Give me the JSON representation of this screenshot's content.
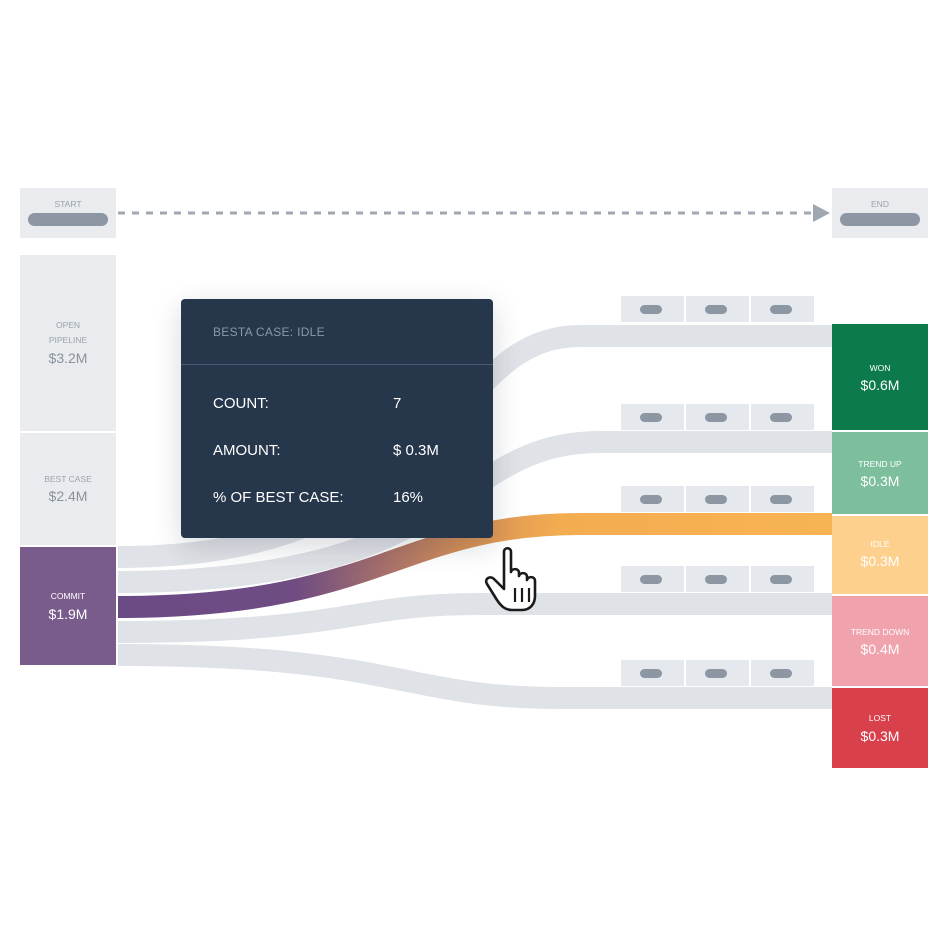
{
  "start": {
    "label": "START"
  },
  "end": {
    "label": "END"
  },
  "sources": [
    {
      "title_lines": [
        "OPEN",
        "PIPELINE"
      ],
      "value": "$3.2M",
      "color": "#e9ebee",
      "text_color": "#9aa3ad"
    },
    {
      "title_lines": [
        "BEST CASE"
      ],
      "value": "$2.4M",
      "color": "#e9ebee",
      "text_color": "#9aa3ad"
    },
    {
      "title_lines": [
        "COMMIT"
      ],
      "value": "$1.9M",
      "color": "#7a5c8c",
      "text_color": "#ffffff"
    }
  ],
  "outcomes": [
    {
      "title": "WON",
      "value": "$0.6M",
      "color": "#0d7a4c",
      "text_color": "#ffffff"
    },
    {
      "title": "TREND UP",
      "value": "$0.3M",
      "color": "#7dbf9c",
      "text_color": "#ffffff"
    },
    {
      "title": "IDLE",
      "value": "$0.3M",
      "color": "#fdd08e",
      "text_color": "#ffffff"
    },
    {
      "title": "TREND DOWN",
      "value": "$0.4M",
      "color": "#f0a3ad",
      "text_color": "#ffffff"
    },
    {
      "title": "LOST",
      "value": "$0.3M",
      "color": "#d8404c",
      "text_color": "#ffffff"
    }
  ],
  "tooltip": {
    "title": "BESTA CASE: IDLE",
    "rows": [
      {
        "label": "COUNT:",
        "value": "7"
      },
      {
        "label": "AMOUNT:",
        "value": "$ 0.3M"
      },
      {
        "label": "% OF BEST CASE:",
        "value": "16%"
      }
    ]
  },
  "icons": {
    "cursor": "hand-pointer-icon",
    "arrow": "arrow-right-icon"
  },
  "colors": {
    "flow_gray": "#dfe2e6",
    "box_gray": "#e9ebee",
    "pill_gray": "#8c97a3",
    "highlight_start": "#6b4a86",
    "highlight_end": "#f5b04e",
    "tooltip_bg": "#26364b"
  }
}
